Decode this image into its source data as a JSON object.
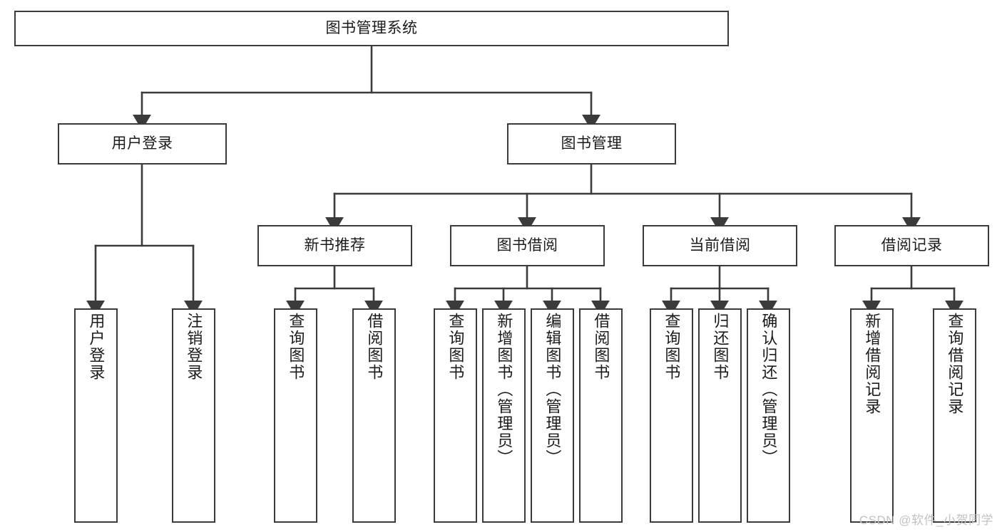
{
  "diagram": {
    "type": "tree-hierarchy",
    "title": "图书管理系统",
    "watermark": "CSDN @软件_小贺同学",
    "colors": {
      "box_border": "#3b3b3b",
      "box_fill": "#ffffff",
      "connector": "#3b3b3b",
      "text": "#1b1b1b",
      "watermark": "#c2c2c2"
    },
    "nodes": {
      "root": {
        "label": "图书管理系统",
        "level": 0
      },
      "user_login": {
        "label": "用户登录",
        "level": 1
      },
      "book_manage": {
        "label": "图书管理",
        "level": 1
      },
      "new_book_rec": {
        "label": "新书推荐",
        "level": 2
      },
      "book_borrow": {
        "label": "图书借阅",
        "level": 2
      },
      "current_borrow": {
        "label": "当前借阅",
        "level": 2
      },
      "borrow_record": {
        "label": "借阅记录",
        "level": 2
      },
      "leaf_user_login": {
        "label": "用户登录",
        "level": 2
      },
      "leaf_user_logout": {
        "label": "注销登录",
        "level": 2
      },
      "leaf_query_book_1": {
        "label": "查询图书",
        "level": 3
      },
      "leaf_borrow_book_1": {
        "label": "借阅图书",
        "level": 3
      },
      "leaf_query_book_2": {
        "label": "查询图书",
        "level": 3
      },
      "leaf_add_book": {
        "label": "新增图书（管理员）",
        "level": 3
      },
      "leaf_edit_book": {
        "label": "编辑图书（管理员）",
        "level": 3
      },
      "leaf_borrow_book_2": {
        "label": "借阅图书",
        "level": 3
      },
      "leaf_query_book_3": {
        "label": "查询图书",
        "level": 3
      },
      "leaf_return_book": {
        "label": "归还图书",
        "level": 3
      },
      "leaf_confirm_return": {
        "label": "确认归还（管理员）",
        "level": 3
      },
      "leaf_add_record": {
        "label": "新增借阅记录",
        "level": 3
      },
      "leaf_query_record": {
        "label": "查询借阅记录",
        "level": 3
      }
    },
    "edges": [
      {
        "from": "root",
        "to": "user_login"
      },
      {
        "from": "root",
        "to": "book_manage"
      },
      {
        "from": "user_login",
        "to": "leaf_user_login"
      },
      {
        "from": "user_login",
        "to": "leaf_user_logout"
      },
      {
        "from": "book_manage",
        "to": "new_book_rec"
      },
      {
        "from": "book_manage",
        "to": "book_borrow"
      },
      {
        "from": "book_manage",
        "to": "current_borrow"
      },
      {
        "from": "book_manage",
        "to": "borrow_record"
      },
      {
        "from": "new_book_rec",
        "to": "leaf_query_book_1"
      },
      {
        "from": "new_book_rec",
        "to": "leaf_borrow_book_1"
      },
      {
        "from": "book_borrow",
        "to": "leaf_query_book_2"
      },
      {
        "from": "book_borrow",
        "to": "leaf_add_book"
      },
      {
        "from": "book_borrow",
        "to": "leaf_edit_book"
      },
      {
        "from": "book_borrow",
        "to": "leaf_borrow_book_2"
      },
      {
        "from": "current_borrow",
        "to": "leaf_query_book_3"
      },
      {
        "from": "current_borrow",
        "to": "leaf_return_book"
      },
      {
        "from": "current_borrow",
        "to": "leaf_confirm_return"
      },
      {
        "from": "borrow_record",
        "to": "leaf_add_record"
      },
      {
        "from": "borrow_record",
        "to": "leaf_query_record"
      }
    ]
  }
}
